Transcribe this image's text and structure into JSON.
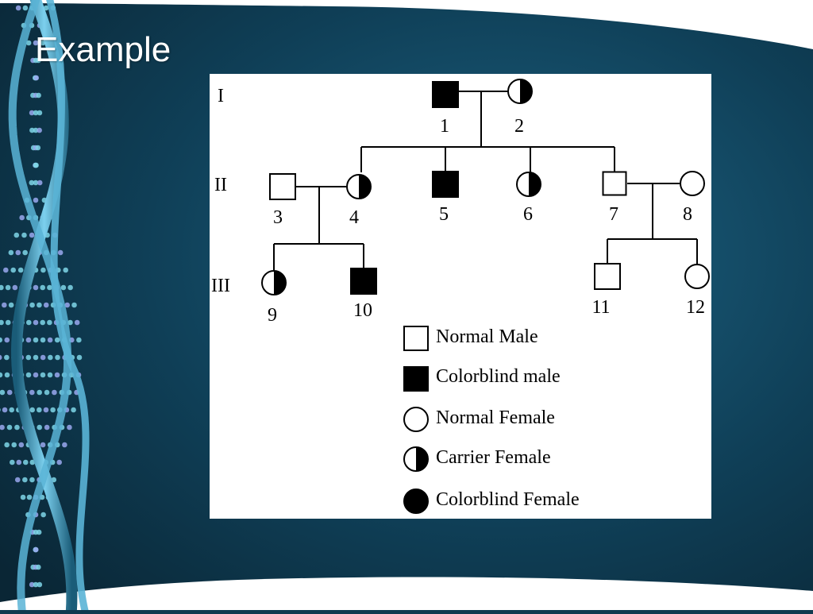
{
  "slide": {
    "title": "Example"
  },
  "pedigree": {
    "generations": [
      "I",
      "II",
      "III"
    ],
    "individuals": [
      {
        "id": "1",
        "label": "1",
        "sex": "male",
        "status": "colorblind"
      },
      {
        "id": "2",
        "label": "2",
        "sex": "female",
        "status": "carrier"
      },
      {
        "id": "3",
        "label": "3",
        "sex": "male",
        "status": "normal"
      },
      {
        "id": "4",
        "label": "4",
        "sex": "female",
        "status": "carrier"
      },
      {
        "id": "5",
        "label": "5",
        "sex": "male",
        "status": "colorblind"
      },
      {
        "id": "6",
        "label": "6",
        "sex": "female",
        "status": "carrier"
      },
      {
        "id": "7",
        "label": "7",
        "sex": "male",
        "status": "normal"
      },
      {
        "id": "8",
        "label": "8",
        "sex": "female",
        "status": "normal"
      },
      {
        "id": "9",
        "label": "9",
        "sex": "female",
        "status": "carrier"
      },
      {
        "id": "10",
        "label": "10",
        "sex": "male",
        "status": "colorblind"
      },
      {
        "id": "11",
        "label": "11",
        "sex": "male",
        "status": "normal"
      },
      {
        "id": "12",
        "label": "12",
        "sex": "female",
        "status": "normal"
      }
    ],
    "legend": [
      {
        "label": "Normal Male",
        "sex": "male",
        "status": "normal"
      },
      {
        "label": "Colorblind male",
        "sex": "male",
        "status": "colorblind"
      },
      {
        "label": "Normal Female",
        "sex": "female",
        "status": "normal"
      },
      {
        "label": "Carrier Female",
        "sex": "female",
        "status": "carrier"
      },
      {
        "label": "Colorblind Female",
        "sex": "female",
        "status": "colorblind"
      }
    ]
  },
  "colors": {
    "background_dark": "#0b2a3a",
    "background_mid": "#14506a",
    "dna_strand": "#5ab4d6",
    "figure_background": "#ffffff",
    "symbol": "#000000"
  }
}
